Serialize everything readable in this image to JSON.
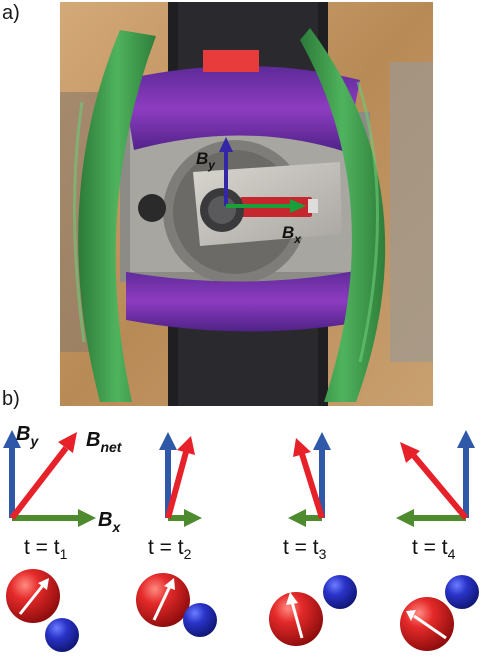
{
  "panel_a": {
    "label": "a)",
    "vector_y": "B",
    "vector_y_sub": "y",
    "vector_x": "B",
    "vector_x_sub": "x"
  },
  "panel_b": {
    "label": "b)",
    "axis_y": "B",
    "axis_y_sub": "y",
    "axis_x": "B",
    "axis_x_sub": "x",
    "net": "B",
    "net_sub": "net",
    "times": [
      {
        "prefix": "t = t",
        "sub": "1"
      },
      {
        "prefix": "t = t",
        "sub": "2"
      },
      {
        "prefix": "t = t",
        "sub": "3"
      },
      {
        "prefix": "t = t",
        "sub": "4"
      }
    ]
  },
  "colors": {
    "bx_green": "#4e8a2e",
    "by_blue": "#2f58a8",
    "bnet_red": "#e62129",
    "coil_green": "#3c9a4a",
    "coil_purple": "#7a2fa8",
    "wood": "#c49a66"
  }
}
